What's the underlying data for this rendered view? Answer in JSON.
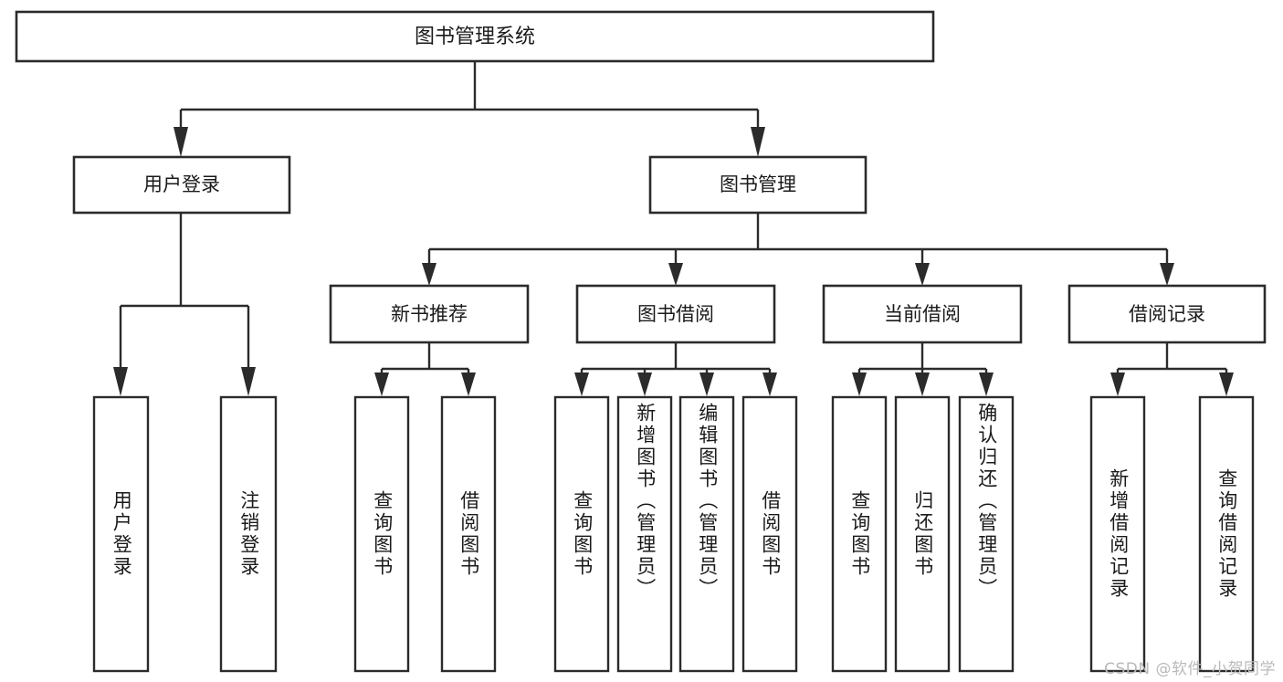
{
  "diagram": {
    "type": "tree",
    "title": "图书管理系统",
    "watermark": "CSDN @软件_小贺同学",
    "colors": {
      "box_stroke": "#2b2b2b",
      "box_fill": "#ffffff",
      "text": "#1a1a1a",
      "background": "#ffffff",
      "watermark": "#b9b9b9"
    },
    "levels": {
      "root": {
        "label": "图书管理系统"
      },
      "level2": [
        {
          "label": "用户登录"
        },
        {
          "label": "图书管理"
        }
      ],
      "level3": [
        {
          "label": "新书推荐"
        },
        {
          "label": "图书借阅"
        },
        {
          "label": "当前借阅"
        },
        {
          "label": "借阅记录"
        }
      ],
      "leaves": [
        {
          "label": "用户登录",
          "parent": "用户登录"
        },
        {
          "label": "注销登录",
          "parent": "用户登录"
        },
        {
          "label": "查询图书",
          "parent": "新书推荐"
        },
        {
          "label": "借阅图书",
          "parent": "新书推荐"
        },
        {
          "label": "查询图书",
          "parent": "图书借阅"
        },
        {
          "label": "新增图书（管理员）",
          "parent": "图书借阅"
        },
        {
          "label": "编辑图书（管理员）",
          "parent": "图书借阅"
        },
        {
          "label": "借阅图书",
          "parent": "图书借阅"
        },
        {
          "label": "查询图书",
          "parent": "当前借阅"
        },
        {
          "label": "归还图书",
          "parent": "当前借阅"
        },
        {
          "label": "确认归还（管理员）",
          "parent": "当前借阅"
        },
        {
          "label": "新增借阅记录",
          "parent": "借阅记录"
        },
        {
          "label": "查询借阅记录",
          "parent": "借阅记录"
        }
      ]
    }
  }
}
